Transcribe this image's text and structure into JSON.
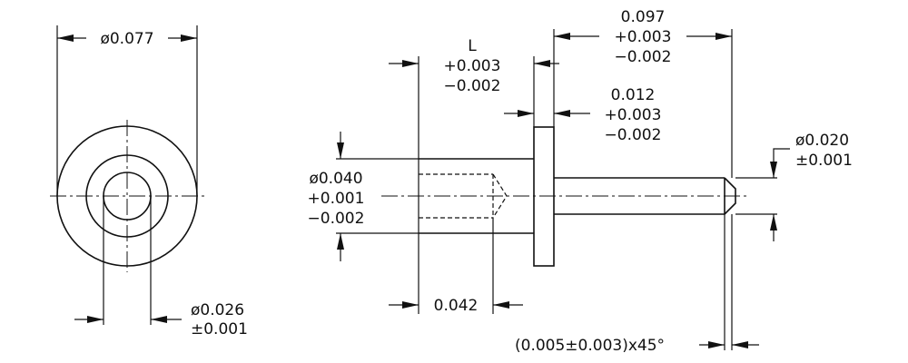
{
  "dimensions": {
    "end_view_outer_diameter": "ø0.077",
    "end_view_inner_diameter": "ø0.026",
    "end_view_inner_tolerance": "±0.001",
    "length_label": "L",
    "length_tol_plus": "+0.003",
    "length_tol_minus": "−0.002",
    "overall_pin_length": "0.097",
    "overall_tol_plus": "+0.003",
    "overall_tol_minus": "−0.002",
    "flange_thickness": "0.012",
    "flange_tol_plus": "+0.003",
    "flange_tol_minus": "−0.002",
    "body_diameter": "ø0.040",
    "body_tol_plus": "+0.001",
    "body_tol_minus": "−0.002",
    "hole_depth": "0.042",
    "pin_diameter": "ø0.020",
    "pin_tolerance": "±0.001",
    "chamfer": "(0.005±0.003)x45°"
  }
}
